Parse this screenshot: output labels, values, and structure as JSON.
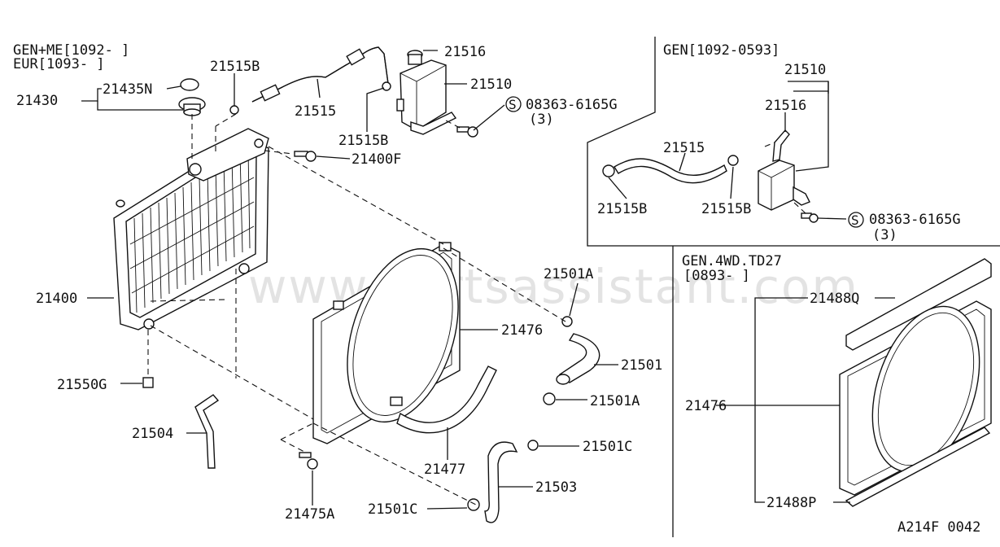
{
  "watermark": "www.partsassistant.com",
  "diagram_code": "A214F 0042",
  "headers": {
    "main_line1": "GEN+ME[1092-     ]",
    "main_line2": "EUR[1093-     ]",
    "top_right": "GEN[1092-0593]",
    "bottom_right_line1": "GEN.4WD.TD27",
    "bottom_right_line2": "[0893-     ]"
  },
  "labels": {
    "p21516": "21516",
    "p21515b_top": "21515B",
    "p21435n": "21435N",
    "p21430": "21430",
    "p21515": "21515",
    "p21510": "21510",
    "p08363": "08363-6165G",
    "qty3": "(3)",
    "p21515b_mid": "21515B",
    "p21400f": "21400F",
    "p21400": "21400",
    "p21501a_top": "21501A",
    "p21476": "21476",
    "p21501": "21501",
    "p21501a_bot": "21501A",
    "p21550g": "21550G",
    "p21504": "21504",
    "p21477": "21477",
    "p21501c_right": "21501C",
    "p21503": "21503",
    "p21475a": "21475A",
    "p21501c_left": "21501C",
    "tr_21510": "21510",
    "tr_21516": "21516",
    "tr_21515": "21515",
    "tr_21515b_left": "21515B",
    "tr_21515b_right": "21515B",
    "tr_08363": "08363-6165G",
    "tr_qty3": "(3)",
    "br_21488q": "21488Q",
    "br_21476": "21476",
    "br_21488p": "21488P"
  }
}
